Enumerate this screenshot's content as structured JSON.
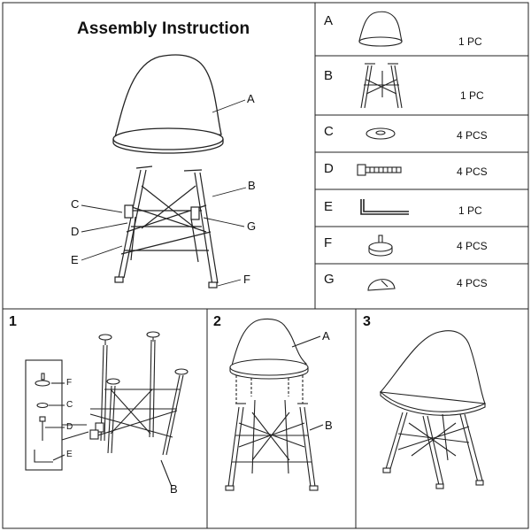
{
  "title": "Assembly Instruction",
  "parts": [
    {
      "letter": "A",
      "qty": "1 PC",
      "icon": "seat-shell-icon"
    },
    {
      "letter": "B",
      "qty": "1 PC",
      "icon": "leg-base-icon"
    },
    {
      "letter": "C",
      "qty": "4 PCS",
      "icon": "washer-icon"
    },
    {
      "letter": "D",
      "qty": "4 PCS",
      "icon": "bolt-icon"
    },
    {
      "letter": "E",
      "qty": "1 PC",
      "icon": "allen-key-icon"
    },
    {
      "letter": "F",
      "qty": "4 PCS",
      "icon": "foot-glide-icon"
    },
    {
      "letter": "G",
      "qty": "4 PCS",
      "icon": "bracket-cap-icon"
    }
  ],
  "main_labels": {
    "a": "A",
    "b": "B",
    "c": "C",
    "d": "D",
    "e": "E",
    "f": "F",
    "g": "G"
  },
  "steps": [
    {
      "number": "1",
      "labels": {
        "f": "F",
        "c": "C",
        "d": "D",
        "e": "E",
        "b": "B"
      }
    },
    {
      "number": "2",
      "labels": {
        "a": "A",
        "b": "B"
      }
    },
    {
      "number": "3"
    }
  ]
}
